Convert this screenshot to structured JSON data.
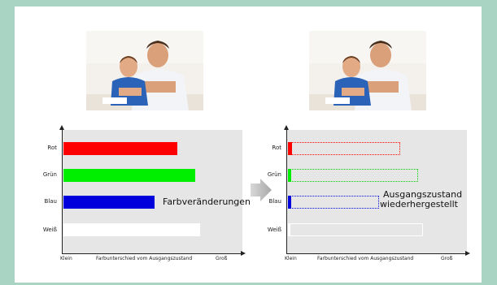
{
  "diagram": {
    "left_chart": {
      "categories": [
        "Rot",
        "Grün",
        "Blau",
        "Weiß"
      ],
      "x_low": "Klein",
      "x_label": "Farbunterschied vom Ausgangszustand",
      "x_high": "Groß",
      "annotation": "Farbveränderungen"
    },
    "right_chart": {
      "categories": [
        "Rot",
        "Grün",
        "Blau",
        "Weiß"
      ],
      "x_low": "Klein",
      "x_label": "Farbunterschied vom Ausgangszustand",
      "x_high": "Groß",
      "annotation_line1": "Ausgangszustand",
      "annotation_line2": "wiederhergestellt"
    },
    "colors": {
      "red": "#ff0000",
      "green": "#00ee00",
      "blue": "#0000dd",
      "white": "#ffffff",
      "chart_bg": "#e6e6e6"
    }
  }
}
